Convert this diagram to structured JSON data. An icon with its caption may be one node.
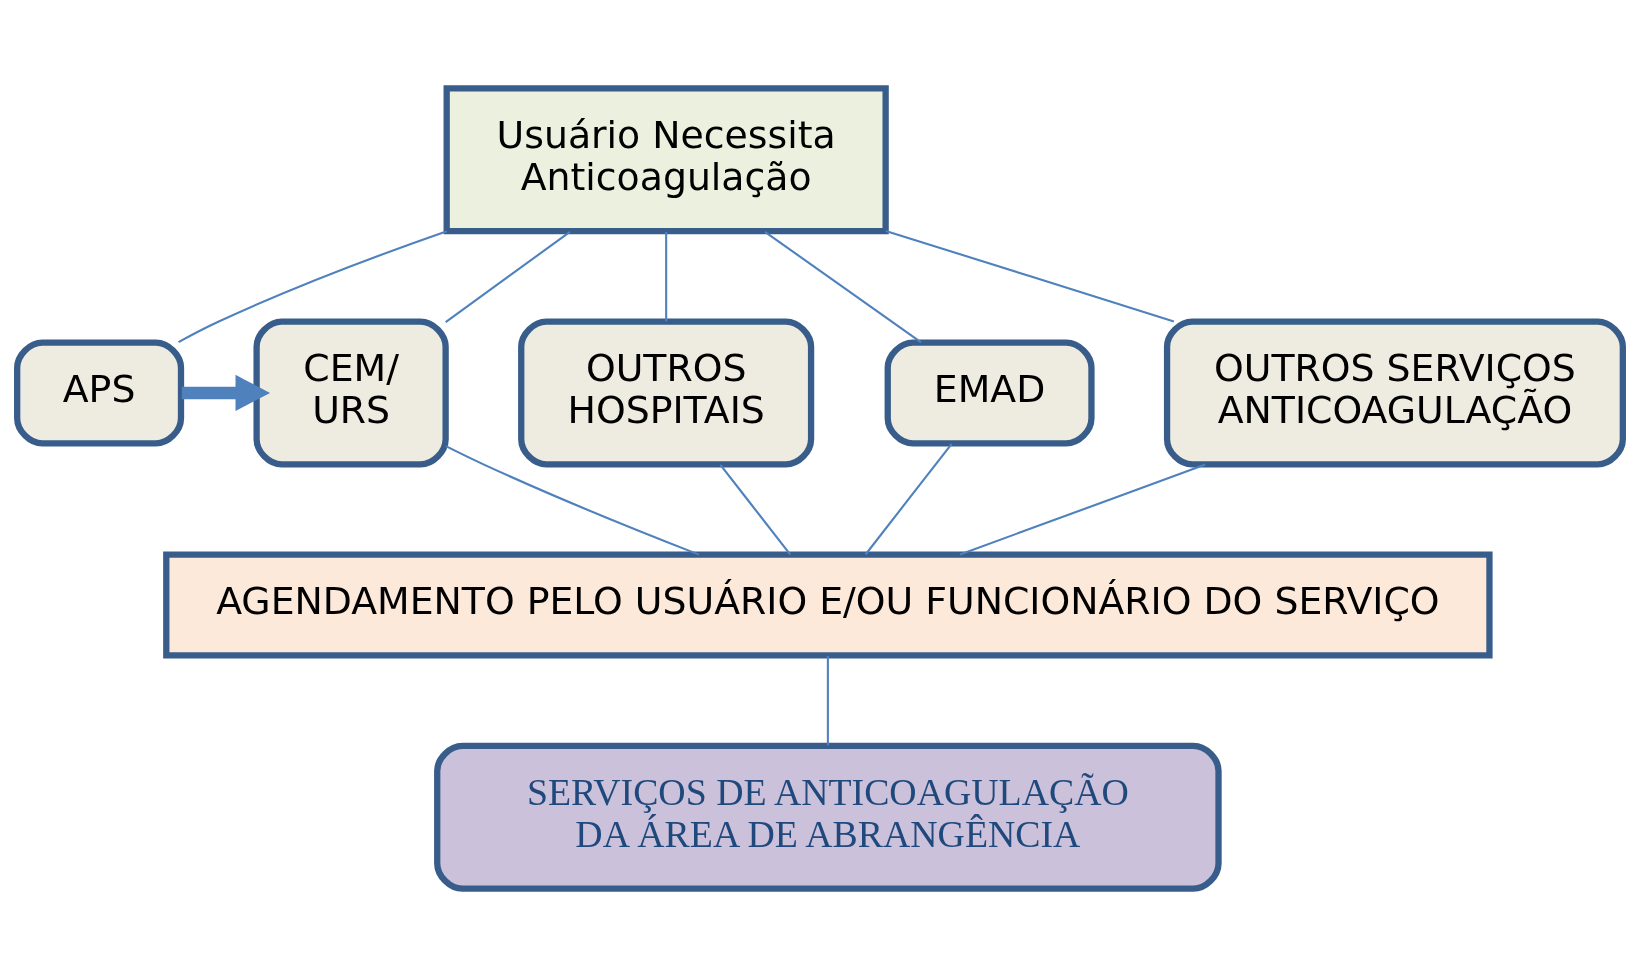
{
  "diagram": {
    "nodes": [
      {
        "text": [
          "Usuário Necessita Anticoagulação"
        ]
      },
      {
        "text": [
          "APS"
        ]
      },
      {
        "text": [
          "CEM/ URS"
        ]
      },
      {
        "text": [
          "OUTROS HOSPITAIS"
        ]
      },
      {
        "text": [
          "EMAD"
        ]
      },
      {
        "text": [
          "OUTROS SERVIÇOS ANTICOAGULAÇÃO"
        ]
      },
      {
        "text": [
          "AGENDAMENTO PELO USUÁRIO E/OU FUNCIONÁRIO DO SERVIÇO"
        ]
      },
      {
        "text": [
          "SERVIÇOS DE ANTICOAGULAÇÃO DA ÁREA DE ABRANGÊNCIA"
        ]
      }
    ],
    "edges": [
      {
        "from": 0,
        "to": 1,
        "arrow": "none"
      },
      {
        "from": 0,
        "to": 2,
        "arrow": "none"
      },
      {
        "from": 0,
        "to": 3,
        "arrow": "none"
      },
      {
        "from": 0,
        "to": 4,
        "arrow": "none"
      },
      {
        "from": 0,
        "to": 5,
        "arrow": "none"
      },
      {
        "from": 1,
        "to": 2,
        "arrow": "to",
        "style": "thick"
      },
      {
        "from": 2,
        "to": 6,
        "arrow": "none"
      },
      {
        "from": 3,
        "to": 6,
        "arrow": "none"
      },
      {
        "from": 4,
        "to": 6,
        "arrow": "none"
      },
      {
        "from": 5,
        "to": 6,
        "arrow": "none"
      },
      {
        "from": 6,
        "to": 7,
        "arrow": "none"
      }
    ]
  }
}
